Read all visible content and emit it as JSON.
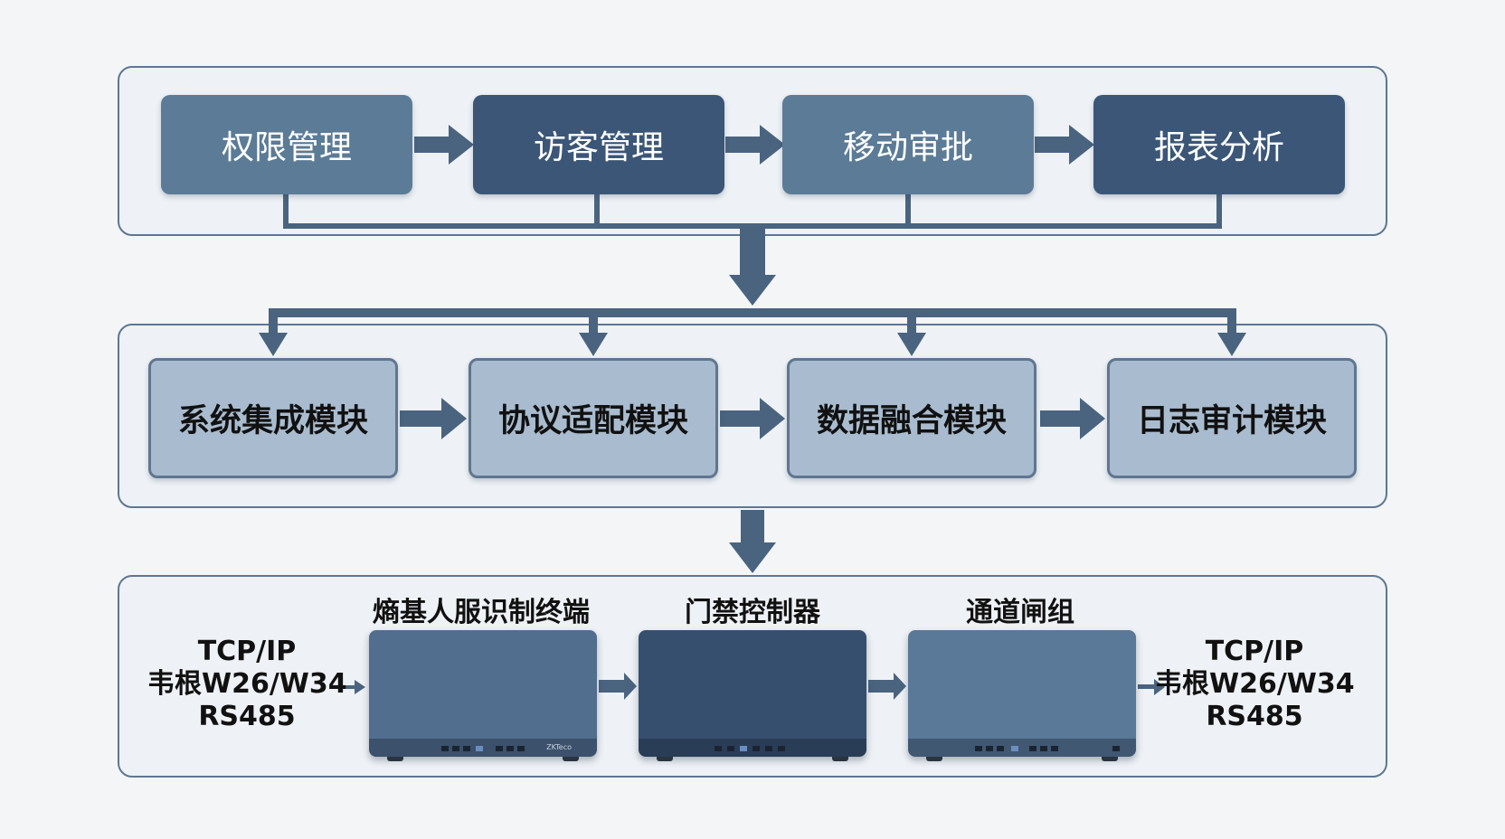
{
  "colors": {
    "frame_border": "#5f7690",
    "frame_fill": "#eef2f6",
    "box_light": "#5c7b96",
    "box_dark": "#3b5677",
    "module_fill": "#a9bccf",
    "arrow": "#4a6480"
  },
  "top_layer": {
    "items": [
      {
        "label": "权限管理"
      },
      {
        "label": "访客管理"
      },
      {
        "label": "移动审批"
      },
      {
        "label": "报表分析"
      }
    ]
  },
  "middle_layer": {
    "items": [
      {
        "label": "系统集成模块"
      },
      {
        "label": "协议适配模块"
      },
      {
        "label": "数据融合模块"
      },
      {
        "label": "日志审计模块"
      }
    ]
  },
  "bottom_layer": {
    "devices": [
      {
        "label": "熵基人服识制终端",
        "tag": "ZKTeco",
        "icon": "terminal-device-icon"
      },
      {
        "label": "门禁控制器",
        "icon": "controller-device-icon"
      },
      {
        "label": "通道闸组",
        "icon": "gate-device-icon"
      }
    ],
    "protocols_left": {
      "line1": "TCP/IP",
      "line2": "韦根W26/W34",
      "line3": "RS485"
    },
    "protocols_right": {
      "line1": "TCP/IP",
      "line2": "韦根W26/W34",
      "line3": "RS485"
    }
  }
}
